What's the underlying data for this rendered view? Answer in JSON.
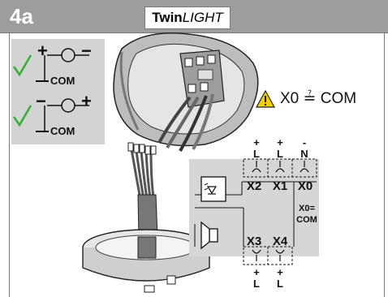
{
  "header": {
    "step": "4a",
    "brand_bold": "Twin",
    "brand_italic": "LIGHT",
    "background": "#9d9d9d"
  },
  "polarity": {
    "option1": {
      "top_left": "+",
      "top_right": "−",
      "bottom": "COM"
    },
    "option2": {
      "top_left": "−",
      "top_right": "+",
      "bottom": "COM"
    },
    "check_color": "#33b233",
    "background": "#d3d3d3"
  },
  "note": {
    "icon": "warning-triangle-icon",
    "text": "X0 ≟ COM",
    "text_parts": [
      "X0",
      "≟",
      "COM"
    ]
  },
  "terminals": {
    "top": [
      {
        "sign": "+",
        "line": "L"
      },
      {
        "sign": "+",
        "line": "L"
      },
      {
        "sign": "-",
        "line": "N"
      }
    ],
    "row1": [
      "X2",
      "X1",
      "X0"
    ],
    "com_label": {
      "line1": "X0=",
      "line2": "COM"
    },
    "row2": [
      "X3",
      "X4"
    ],
    "bottom": [
      {
        "sign": "+",
        "line": "L"
      },
      {
        "sign": "+",
        "line": "L"
      }
    ]
  },
  "symbols": [
    "strobe-symbol",
    "horn-symbol"
  ]
}
